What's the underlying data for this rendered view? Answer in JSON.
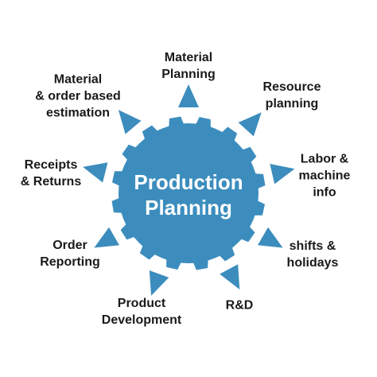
{
  "colors": {
    "hub": "#3c8dbe",
    "text": "#1a1a1a",
    "center_text": "#ffffff"
  },
  "center": {
    "line1": "Production",
    "line2": "Planning"
  },
  "spokes": [
    {
      "id": "material-planning",
      "lines": [
        "Material",
        "Planning"
      ]
    },
    {
      "id": "resource-planning",
      "lines": [
        "Resource",
        "planning"
      ]
    },
    {
      "id": "labor-machine-info",
      "lines": [
        "Labor &",
        "machine",
        "info"
      ]
    },
    {
      "id": "shifts-holidays",
      "lines": [
        "shifts &",
        "holidays"
      ]
    },
    {
      "id": "rd",
      "lines": [
        "R&D"
      ]
    },
    {
      "id": "product-development",
      "lines": [
        "Product",
        "Development"
      ]
    },
    {
      "id": "order-reporting",
      "lines": [
        "Order",
        "Reporting"
      ]
    },
    {
      "id": "receipts-returns",
      "lines": [
        "Receipts",
        "& Returns"
      ]
    },
    {
      "id": "material-order-estimation",
      "lines": [
        "Material",
        "& order based",
        "estimation"
      ]
    }
  ]
}
